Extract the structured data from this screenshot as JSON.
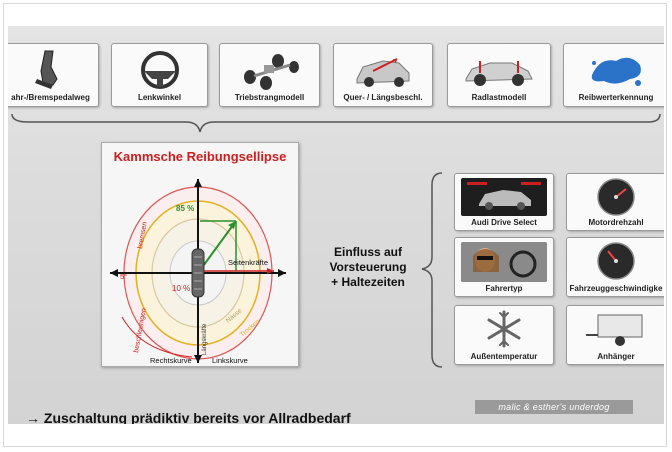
{
  "top_cards": [
    {
      "label": "ahr-/Bremspedalweg",
      "icon": "pedal-icon"
    },
    {
      "label": "Lenkwinkel",
      "icon": "steering-wheel-icon"
    },
    {
      "label": "Triebstrangmodell",
      "icon": "drivetrain-icon"
    },
    {
      "label": "Quer- / Längsbeschl.",
      "icon": "car-acceleration-icon"
    },
    {
      "label": "Radlastmodell",
      "icon": "car-wheel-load-icon"
    },
    {
      "label": "Reibwerterkennung",
      "icon": "friction-splash-icon"
    }
  ],
  "ellipse": {
    "title": "Kammsche Reibungsellipse",
    "pct_85": "85 %",
    "pct_10": "10 %",
    "seitenkraefte": "Seitenkräfte",
    "bremsen": "bremsen",
    "beschleunigen": "beschleunigen",
    "rechtskurve": "Rechtskurve",
    "linkskurve": "Linkskurve",
    "laengskraefte": "Längskräfte",
    "angle": "5°",
    "naesse": "Nässe",
    "trocken": "Trocken"
  },
  "influence_text": {
    "line1": "Einfluss auf",
    "line2": "Vorsteuerung",
    "line3": "+ Haltezeiten"
  },
  "right_cards": [
    {
      "label": "Audi Drive Select",
      "icon": "drive-select-icon"
    },
    {
      "label": "Motordrehzahl",
      "icon": "rpm-gauge-icon"
    },
    {
      "label": "Fahrertyp",
      "icon": "driver-photo-icon"
    },
    {
      "label": "Fahrzeuggeschwindigke",
      "icon": "speedometer-icon"
    },
    {
      "label": "Außentemperatur",
      "icon": "snowflake-icon"
    },
    {
      "label": "Anhänger",
      "icon": "trailer-icon"
    }
  ],
  "bottom": {
    "arrow": "→",
    "before": " Zuschaltung prädiktiv bereits ",
    "underlined": "vor",
    "after": " Allradbedarf"
  },
  "watermark": "malic & esther's underdog",
  "colors": {
    "accent_red": "#cc1f1f",
    "green": "#2a8f2a",
    "yellow": "#e3b020"
  }
}
